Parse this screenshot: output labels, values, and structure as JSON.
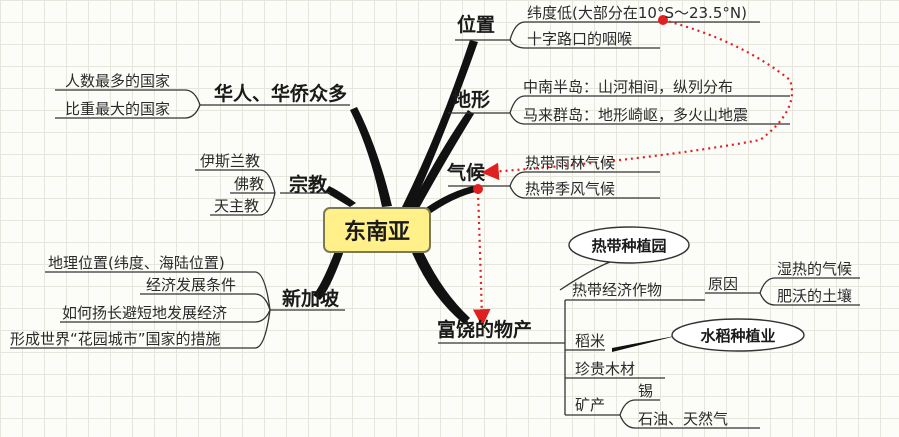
{
  "center": "东南亚",
  "branches": {
    "location": {
      "title": "位置",
      "items": [
        "纬度低(大部分在10°S～23.5°N)",
        "十字路口的咽喉"
      ]
    },
    "terrain": {
      "title": "地形",
      "items": [
        "中南半岛：山河相间，纵列分布",
        "马来群岛：地形崎岖，多火山地震"
      ]
    },
    "climate": {
      "title": "气候",
      "items": [
        "热带雨林气候",
        "热带季风气候"
      ]
    },
    "products": {
      "title": "富饶的物产",
      "cash_crops": "热带经济作物",
      "cash_crops_bubble": "热带种植园",
      "reason_label": "原因",
      "reasons": [
        "湿热的气候",
        "肥沃的土壤"
      ],
      "rice": "稻米",
      "rice_bubble": "水稻种植业",
      "timber": "珍贵木材",
      "minerals": "矿产",
      "mineral_items": [
        "锡",
        "石油、天然气"
      ]
    },
    "chinese": {
      "title": "华人、华侨众多",
      "items": [
        "人数最多的国家",
        "比重最大的国家"
      ]
    },
    "religion": {
      "title": "宗教",
      "items": [
        "伊斯兰教",
        "佛教",
        "天主教"
      ]
    },
    "singapore": {
      "title": "新加坡",
      "items": [
        "地理位置(纬度、海陆位置)",
        "经济发展条件",
        "如何扬长避短地发展经济",
        "形成世界“花园城市”国家的措施"
      ]
    }
  },
  "colors": {
    "center_fill": "#fff08a",
    "arrow": "#e02020",
    "line": "#111111"
  }
}
